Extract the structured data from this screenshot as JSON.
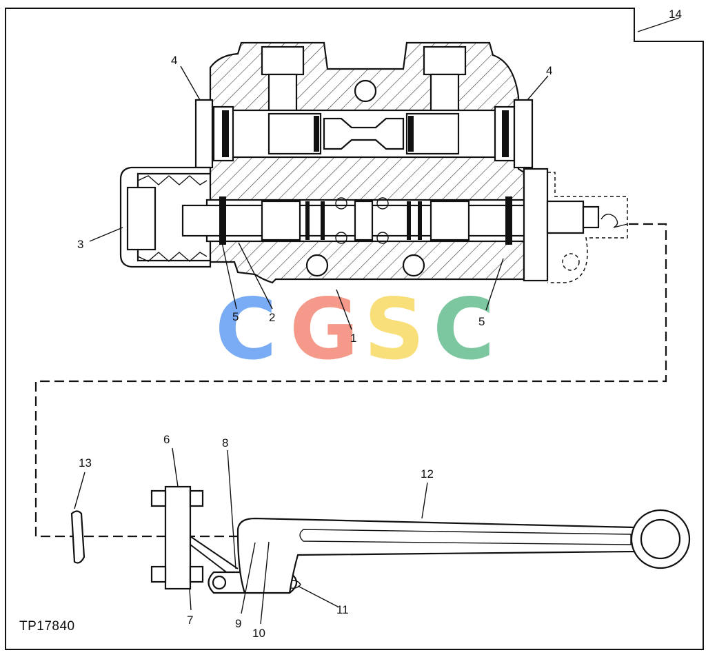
{
  "figure_id": "TP17840",
  "watermark": {
    "letters": [
      "C",
      "G",
      "S",
      "C"
    ],
    "colors": [
      "#7aabf5",
      "#f59a8a",
      "#f9df79",
      "#7cc79f"
    ]
  },
  "callouts": {
    "c1": "1",
    "c2": "2",
    "c3": "3",
    "c4a": "4",
    "c4b": "4",
    "c5a": "5",
    "c5b": "5",
    "c6": "6",
    "c7": "7",
    "c8": "8",
    "c9": "9",
    "c10": "10",
    "c11": "11",
    "c12": "12",
    "c13": "13",
    "c14": "14"
  },
  "colors": {
    "line": "#111111",
    "background": "#ffffff",
    "hatch": "#333333"
  }
}
